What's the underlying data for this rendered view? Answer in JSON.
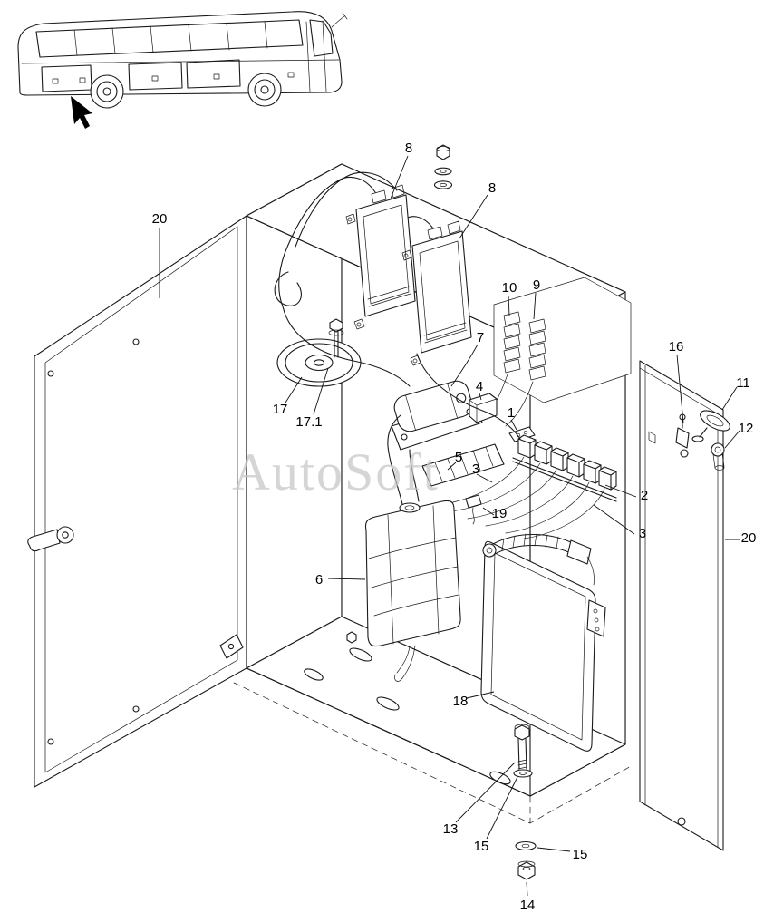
{
  "watermark": "AutoSoft",
  "colors": {
    "line": "#1a1a1a",
    "watermark": "#c6c6c6",
    "background": "#ffffff"
  },
  "callouts": [
    {
      "label": "8"
    },
    {
      "label": "8"
    },
    {
      "label": "10"
    },
    {
      "label": "9"
    },
    {
      "label": "20"
    },
    {
      "label": "7"
    },
    {
      "label": "17"
    },
    {
      "label": "17.1"
    },
    {
      "label": "4"
    },
    {
      "label": "1"
    },
    {
      "label": "5"
    },
    {
      "label": "3"
    },
    {
      "label": "2"
    },
    {
      "label": "3"
    },
    {
      "label": "19"
    },
    {
      "label": "6"
    },
    {
      "label": "16"
    },
    {
      "label": "11"
    },
    {
      "label": "12"
    },
    {
      "label": "20"
    },
    {
      "label": "18"
    },
    {
      "label": "13"
    },
    {
      "label": "15"
    },
    {
      "label": "15"
    },
    {
      "label": "14"
    }
  ]
}
